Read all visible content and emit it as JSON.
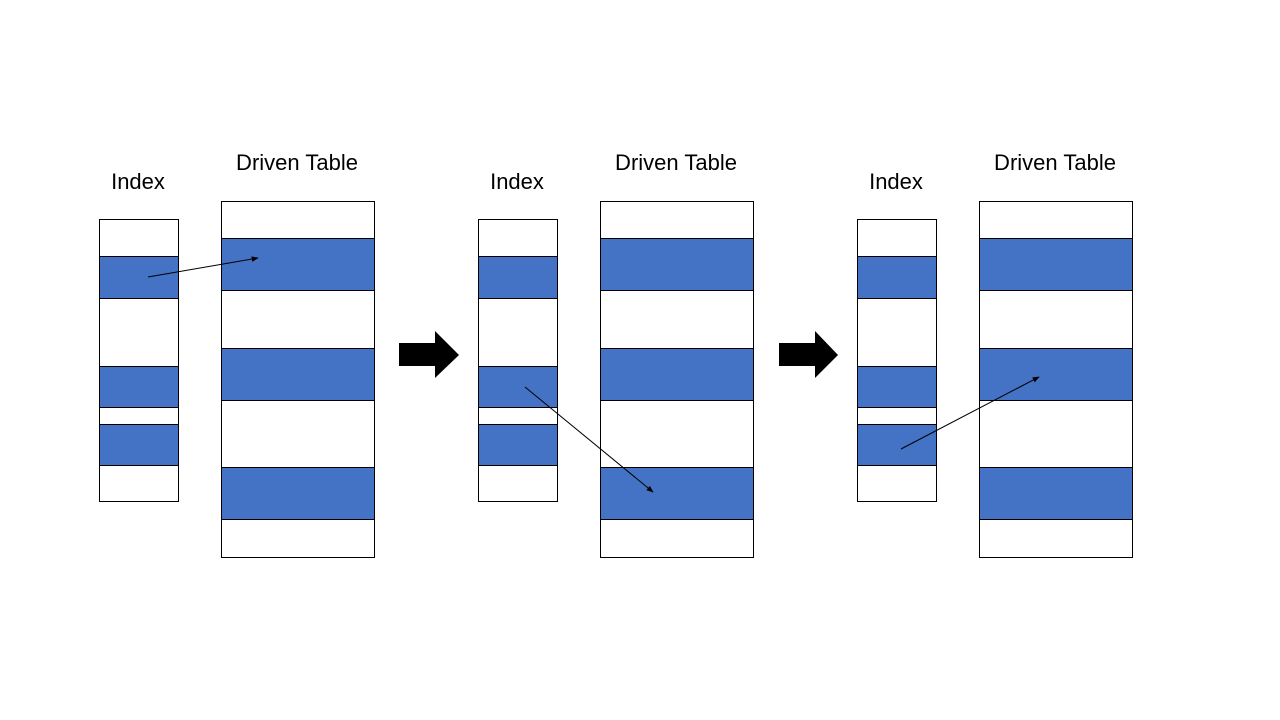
{
  "colors": {
    "highlight": "#4472c4",
    "border": "#000000",
    "background": "#ffffff"
  },
  "stages": [
    {
      "index_label": "Index",
      "table_label": "Driven Table",
      "index_rows": [
        false,
        true,
        false,
        true,
        false,
        true,
        false
      ],
      "table_rows": [
        false,
        true,
        false,
        true,
        false,
        true,
        false
      ],
      "pointer": {
        "from_index_row": 1,
        "to_table_row": 1
      }
    },
    {
      "index_label": "Index",
      "table_label": "Driven Table",
      "index_rows": [
        false,
        true,
        false,
        true,
        false,
        true,
        false
      ],
      "table_rows": [
        false,
        true,
        false,
        true,
        false,
        true,
        false
      ],
      "pointer": {
        "from_index_row": 3,
        "to_table_row": 5
      }
    },
    {
      "index_label": "Index",
      "table_label": "Driven Table",
      "index_rows": [
        false,
        true,
        false,
        true,
        false,
        true,
        false
      ],
      "table_rows": [
        false,
        true,
        false,
        true,
        false,
        true,
        false
      ],
      "pointer": {
        "from_index_row": 5,
        "to_table_row": 3
      }
    }
  ],
  "transition_arrows": [
    "right-arrow-icon",
    "right-arrow-icon"
  ]
}
